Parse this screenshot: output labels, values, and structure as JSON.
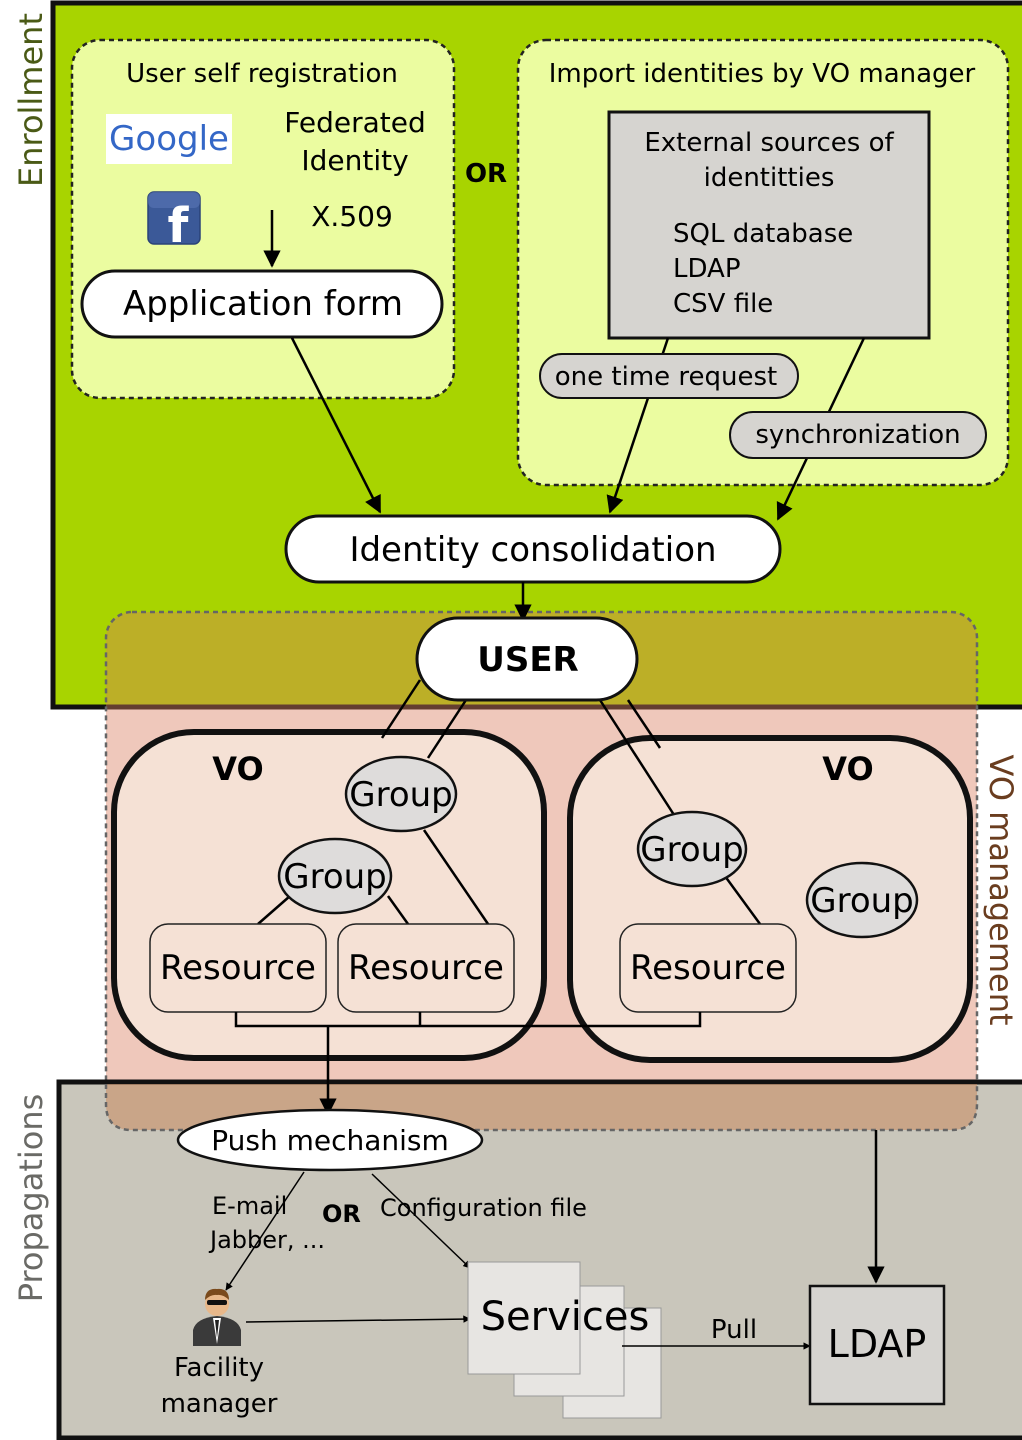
{
  "colors": {
    "enrollment_bg": "#a8d400",
    "light_green": "#ebfca0",
    "vo_mgmt_bg": "#e7b09a",
    "vo_bg": "#f5e1d5",
    "propagation_bg": "#c9c6bb",
    "gray_box": "#d6d4d0",
    "group_fill": "#dedcdb",
    "enrollment_label": "#4a5a16",
    "vo_mgmt_label": "#6a3d1f",
    "propagation_label": "#6a6a66"
  },
  "sections": {
    "enrollment": "Enrollment",
    "vo_management": "VO management",
    "propagations": "Propagations"
  },
  "self_registration": {
    "title": "User self registration",
    "federated_line1": "Federated",
    "federated_line2": "Identity",
    "x509": "X.509",
    "google_logo": "Google",
    "facebook_logo": "f",
    "application_form": "Application form"
  },
  "or_label": "OR",
  "import": {
    "title": "Import identities by VO manager",
    "external_line1": "External sources of",
    "external_line2": "identitties",
    "sources": [
      "SQL database",
      "LDAP",
      "CSV file"
    ],
    "one_time_request": "one time request",
    "synchronization": "synchronization"
  },
  "identity_consolidation": "Identity consolidation",
  "user": "USER",
  "vo_left": {
    "label": "VO",
    "group_top": "Group",
    "group_mid": "Group",
    "resource_1": "Resource",
    "resource_2": "Resource"
  },
  "vo_right": {
    "label": "VO",
    "group_1": "Group",
    "group_2": "Group",
    "resource": "Resource"
  },
  "propagation": {
    "push_mechanism": "Push mechanism",
    "email_line1": "E-mail",
    "email_line2": "Jabber, ...",
    "or_label": "OR",
    "configuration_file": "Configuration file",
    "services": "Services",
    "pull": "Pull",
    "ldap": "LDAP",
    "facility_line1": "Facility",
    "facility_line2": "manager"
  }
}
